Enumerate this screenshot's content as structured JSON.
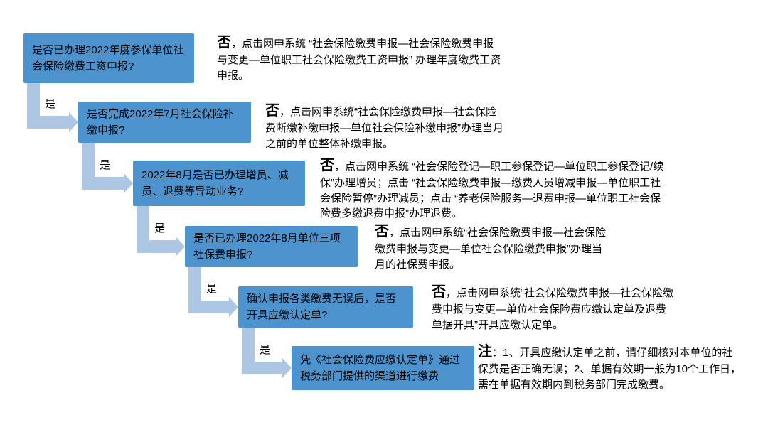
{
  "colors": {
    "box": "#4D94CE",
    "arrow": "#ADC6E3",
    "text": "#000000"
  },
  "flow": {
    "steps": [
      {
        "question": "是否已办理2022年度参保单位社会保险缴费工资申报?",
        "yes_label": "是",
        "no_prefix": "否",
        "no_text": "，点击网申系统 “社会保险缴费申报—社会保险缴费申报与变更—单位职工社会保险缴费工资申报”  办理年度缴费工资申报。"
      },
      {
        "question": "是否完成2022年7月社会保险补缴申报?",
        "yes_label": "是",
        "no_prefix": "否",
        "no_text": "，点击网申系统“社会保险缴费申报—社会保险费断缴补缴申报—单位社会保险补缴申报”办理当月之前的单位整体补缴申报。"
      },
      {
        "question": "2022年8月是否已办理增员、减员、退费等异动业务?",
        "yes_label": "是",
        "no_prefix": "否",
        "no_text": "，点击网申系统 “社会保险登记—职工参保登记—单位职工参保登记/续保”办理增员；点击 “社会保险缴费申报—缴费人员增减申报—单位职工社会保险暂停”办理减员；点击 “养老保险服务—退费申报—单位职工社会保险费多缴退费申报”办理退费。"
      },
      {
        "question": "是否已办理2022年8月单位三项社保费申报?",
        "yes_label": "是",
        "no_prefix": "否",
        "no_text": "，点击网申系统“社会保险缴费申报—社会保险缴费申报与变更—单位社会保险缴费申报”办理当月的社保费申报。"
      },
      {
        "question": "确认申报各类缴费无误后，是否开具应缴认定单?",
        "yes_label": "是",
        "no_prefix": "否",
        "no_text": "，点击网申系统“社会保险缴费申报—社会保险缴费申报与变更—单位社会保险费应缴认定单及退费单据开具”开具应缴认定单。"
      }
    ],
    "final_step": {
      "text": "凭《社会保险费应缴认定单》通过税务部门提供的渠道进行缴费",
      "note_prefix": "注",
      "note_text": "：1、开具应缴认定单之前，请仔细核对本单位的社保费是否正确无误；2、单据有效期一般为10个工作日，需在单据有效期内到税务部门完成缴费。"
    }
  }
}
